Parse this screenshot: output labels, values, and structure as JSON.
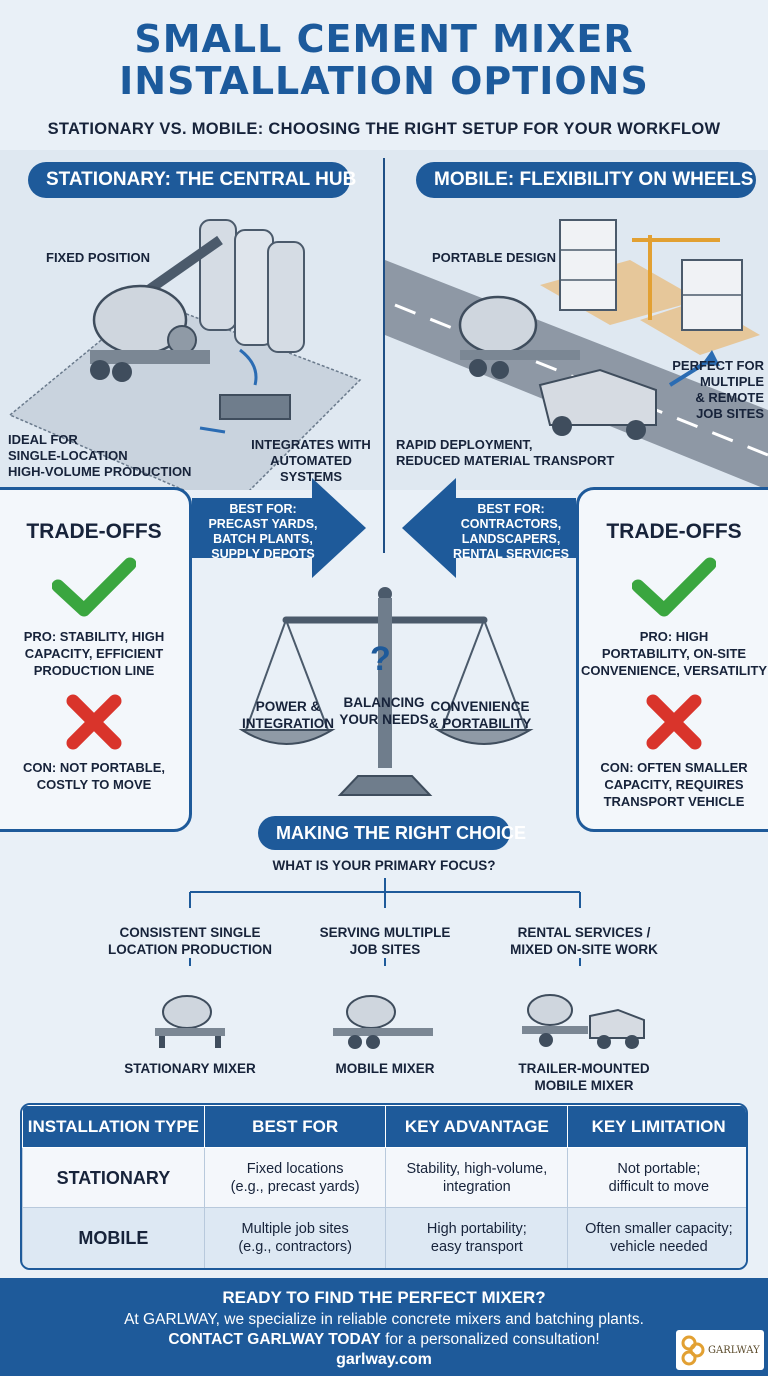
{
  "header": {
    "title_line1": "SMALL CEMENT MIXER",
    "title_line2": "INSTALLATION OPTIONS",
    "subtitle": "STATIONARY VS. MOBILE: CHOOSING THE RIGHT SETUP FOR YOUR WORKFLOW"
  },
  "stationary": {
    "heading": "STATIONARY: THE CENTRAL HUB",
    "label_fixed": "FIXED POSITION",
    "label_ideal": "IDEAL FOR\nSINGLE-LOCATION\nHIGH-VOLUME PRODUCTION",
    "label_integrates": "INTEGRATES WITH\nAUTOMATED SYSTEMS",
    "best_for": "BEST FOR:\nPRECAST YARDS,\nBATCH PLANTS,\nSUPPLY DEPOTS",
    "tradeoffs_title": "TRADE-OFFS",
    "pro": "PRO: STABILITY, HIGH\nCAPACITY, EFFICIENT\nPRODUCTION LINE",
    "con": "CON: NOT PORTABLE,\nCOSTLY TO MOVE"
  },
  "mobile": {
    "heading": "MOBILE: FLEXIBILITY ON WHEELS",
    "label_portable": "PORTABLE DESIGN",
    "label_perfect": "PERFECT FOR\nMULTIPLE\n& REMOTE\nJOB SITES",
    "label_rapid": "RAPID DEPLOYMENT,\nREDUCED MATERIAL TRANSPORT",
    "best_for": "BEST FOR:\nCONTRACTORS,\nLANDSCAPERS,\nRENTAL SERVICES",
    "tradeoffs_title": "TRADE-OFFS",
    "pro": "PRO: HIGH\nPORTABILITY, ON-SITE\nCONVENIENCE, VERSATILITY",
    "con": "CON: OFTEN SMALLER\nCAPACITY, REQUIRES\nTRANSPORT VEHICLE"
  },
  "scale": {
    "left": "POWER &\nINTEGRATION",
    "center": "BALANCING\nYOUR NEEDS",
    "right": "CONVENIENCE\n& PORTABILITY",
    "question": "?"
  },
  "choice": {
    "heading": "MAKING THE RIGHT CHOICE",
    "question": "WHAT IS YOUR PRIMARY FOCUS?",
    "options": [
      {
        "focus": "CONSISTENT SINGLE\nLOCATION PRODUCTION",
        "result": "STATIONARY MIXER"
      },
      {
        "focus": "SERVING MULTIPLE\nJOB SITES",
        "result": "MOBILE MIXER"
      },
      {
        "focus": "RENTAL SERVICES /\nMIXED ON-SITE WORK",
        "result": "TRAILER-MOUNTED\nMOBILE MIXER"
      }
    ]
  },
  "table": {
    "headers": [
      "INSTALLATION TYPE",
      "BEST FOR",
      "KEY ADVANTAGE",
      "KEY LIMITATION"
    ],
    "rows": [
      [
        "STATIONARY",
        "Fixed locations\n(e.g., precast yards)",
        "Stability, high-volume,\nintegration",
        "Not portable;\ndifficult to move"
      ],
      [
        "MOBILE",
        "Multiple job sites\n(e.g., contractors)",
        "High portability;\neasy transport",
        "Often smaller capacity;\nvehicle needed"
      ]
    ]
  },
  "footer": {
    "headline": "READY TO FIND THE PERFECT MIXER?",
    "line1": "At GARLWAY, we specialize in reliable concrete mixers and batching plants.",
    "cta_bold": "CONTACT GARLWAY TODAY",
    "cta_rest": " for a personalized consultation!",
    "url": "garlway.com",
    "logo_text": "GARLWAY"
  },
  "colors": {
    "brand_blue": "#1e5a9a",
    "title_blue": "#1c5a9c",
    "check_green": "#3aa63f",
    "cross_red": "#d9342b"
  },
  "icons": [
    "check-icon",
    "cross-icon",
    "arrow-right-icon",
    "arrow-left-icon",
    "scale-icon",
    "mixer-icon",
    "pickup-truck-icon",
    "crane-icon",
    "silo-icon",
    "logo-icon"
  ]
}
